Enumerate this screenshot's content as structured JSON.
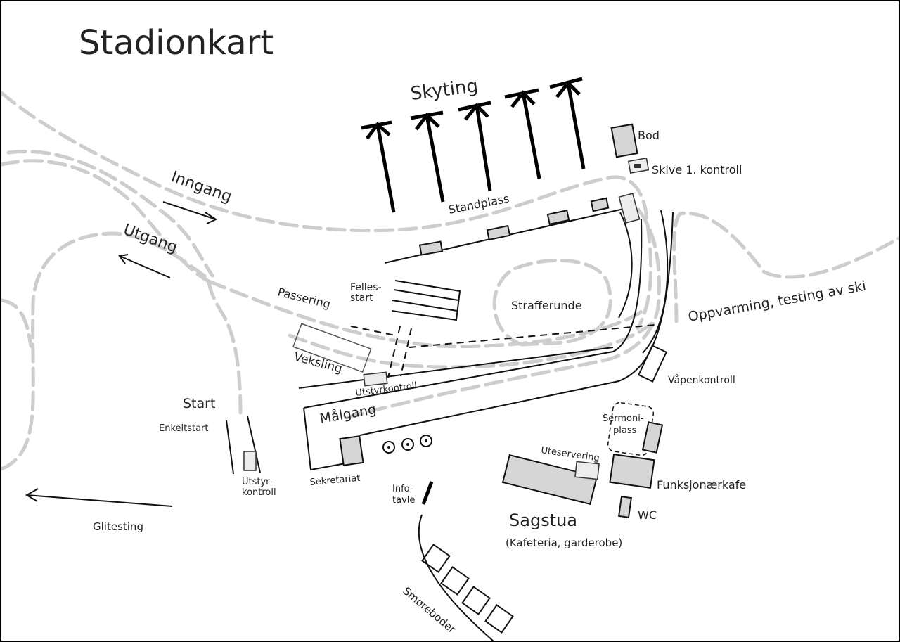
{
  "title": "Stadionkart",
  "labels": {
    "skyting": "Skyting",
    "bod": "Bod",
    "skive": "Skive 1. kontroll",
    "standplass": "Standplass",
    "inngang": "Inngang",
    "utgang": "Utgang",
    "felles1": "Felles-",
    "felles2": "start",
    "passering": "Passering",
    "strafferunde": "Strafferunde",
    "oppvarming": "Oppvarming, testing av ski",
    "veksling": "Veksling",
    "utstyrkontroll": "Utstyrkontroll",
    "vapenkontroll": "Våpenkontroll",
    "start": "Start",
    "enkeltstart": "Enkeltstart",
    "utstyr1": "Utstyr-",
    "utstyr2": "kontroll",
    "malgang": "Målgang",
    "sekretariat": "Sekretariat",
    "sermoni1": "Sermoni-",
    "sermoni2": "plass",
    "uteservering": "Uteservering",
    "funksjonaerkafe": "Funksjonærkafe",
    "info1": "Info-",
    "info2": "tavle",
    "sagstua": "Sagstua",
    "sagstua_sub": "(Kafeteria, garderobe)",
    "wc": "WC",
    "glitesting": "Glitesting",
    "smoreboder": "Smøreboder"
  },
  "colors": {
    "trail": "#cdcdcd",
    "building": "#d6d6d6"
  }
}
